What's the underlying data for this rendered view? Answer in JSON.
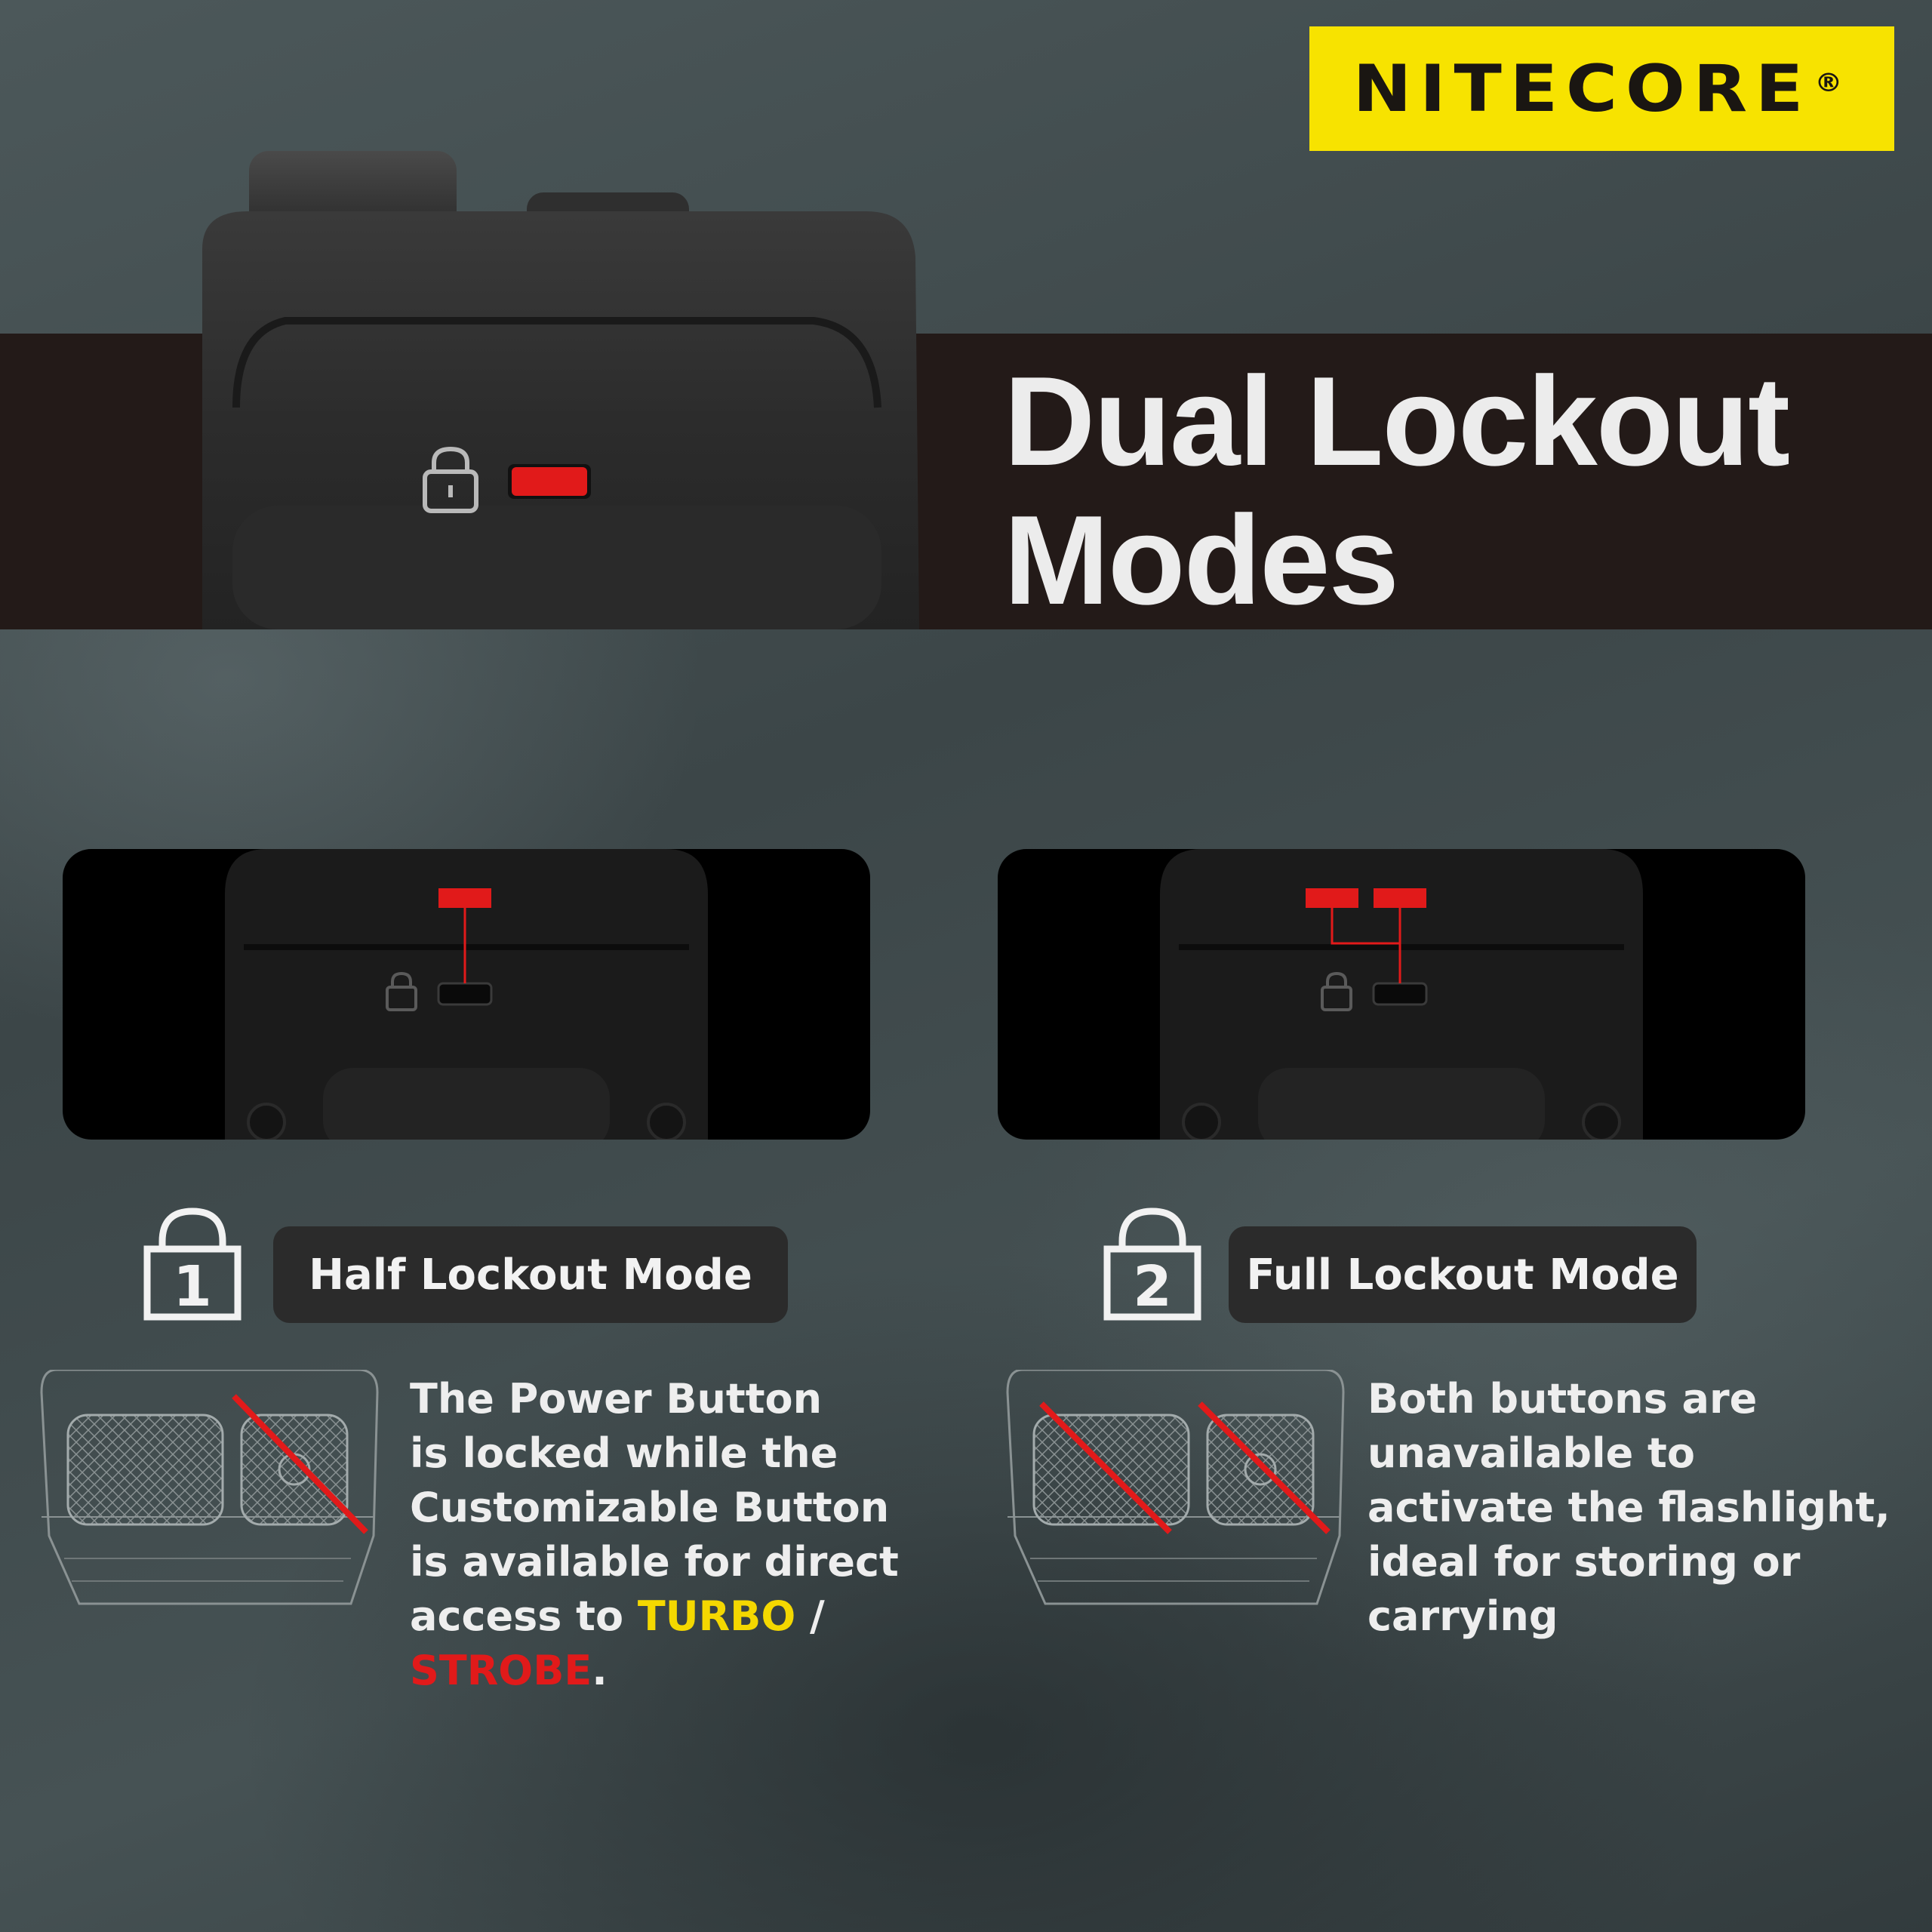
{
  "brand": {
    "name": "NITECORE",
    "registered": "®",
    "color": "#f7e300"
  },
  "headline": {
    "line1": "Dual Lockout",
    "line2": "Modes"
  },
  "modes": [
    {
      "number": "1",
      "title": "Half Lockout Mode",
      "description": {
        "line1": "The Power Button",
        "line2": "is locked while the",
        "line3": "Customizable Button",
        "line4": "is available for direct",
        "line5_pre": "access to ",
        "turbo": "TURBO",
        "slash": " /",
        "strobe": "STROBE",
        "period": "."
      }
    },
    {
      "number": "2",
      "title": "Full Lockout Mode",
      "description": {
        "line1": "Both buttons are",
        "line2": "unavailable to",
        "line3": "activate the flashlight,",
        "line4": "ideal for storing or",
        "line5": "carrying"
      }
    }
  ],
  "colors": {
    "band": "#231a18",
    "indicator_red": "#e11a1a",
    "turbo_yellow": "#f4d800",
    "pill": "#2b2b2b"
  },
  "icons": [
    "padlock-icon",
    "lock-number-icon",
    "lockout-sketch"
  ]
}
